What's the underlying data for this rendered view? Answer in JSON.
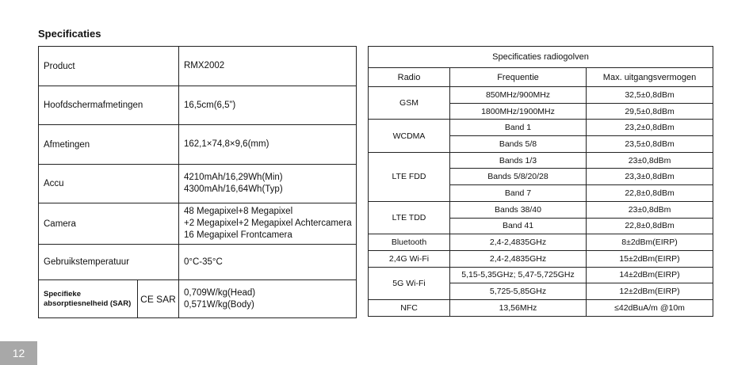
{
  "title": "Specificaties",
  "spec_rows": [
    {
      "label": "Product",
      "lines": [
        "RMX2002"
      ]
    },
    {
      "label": "Hoofdschermafmetingen",
      "lines": [
        "16,5cm(6,5”)"
      ]
    },
    {
      "label": "Afmetingen",
      "lines": [
        "162,1×74,8×9,6(mm)"
      ]
    },
    {
      "label": "Accu",
      "lines": [
        "4210mAh/16,29Wh(Min)",
        "4300mAh/16,64Wh(Typ)"
      ]
    },
    {
      "label": "Camera",
      "lines": [
        "48 Megapixel+8 Megapixel",
        "+2 Megapixel+2 Megapixel Achtercamera",
        "16 Megapixel Frontcamera"
      ]
    },
    {
      "label": "Gebruikstemperatuur",
      "lines": [
        "0°C-35°C"
      ]
    }
  ],
  "sar": {
    "label_line1": "Specifieke",
    "label_line2": "absorptiesnelheid (SAR)",
    "sub_label": "CE SAR",
    "lines": [
      "0,709W/kg(Head)",
      "0,571W/kg(Body)"
    ]
  },
  "radio": {
    "caption": "Specificaties radiogolven",
    "headers": [
      "Radio",
      "Frequentie",
      "Max. uitgangsvermogen"
    ],
    "groups": [
      {
        "name": "GSM",
        "rows": [
          [
            "850MHz/900MHz",
            "32,5±0,8dBm"
          ],
          [
            "1800MHz/1900MHz",
            "29,5±0,8dBm"
          ]
        ]
      },
      {
        "name": "WCDMA",
        "rows": [
          [
            "Band  1",
            "23,2±0,8dBm"
          ],
          [
            "Bands  5/8",
            "23,5±0,8dBm"
          ]
        ]
      },
      {
        "name": "LTE FDD",
        "rows": [
          [
            "Bands 1/3",
            "23±0,8dBm"
          ],
          [
            "Bands 5/8/20/28",
            "23,3±0,8dBm"
          ],
          [
            "Band  7",
            "22,8±0,8dBm"
          ]
        ]
      },
      {
        "name": "LTE TDD",
        "rows": [
          [
            "Bands 38/40",
            "23±0,8dBm"
          ],
          [
            "Band 41",
            "22,8±0,8dBm"
          ]
        ]
      },
      {
        "name": "Bluetooth",
        "rows": [
          [
            "2,4-2,4835GHz",
            "8±2dBm(EIRP)"
          ]
        ]
      },
      {
        "name": "2,4G Wi-Fi",
        "rows": [
          [
            "2,4-2,4835GHz",
            "15±2dBm(EIRP)"
          ]
        ]
      },
      {
        "name": "5G Wi-Fi",
        "rows": [
          [
            "5,15-5,35GHz; 5,47-5,725GHz",
            "14±2dBm(EIRP)"
          ],
          [
            "5,725-5,85GHz",
            "12±2dBm(EIRP)"
          ]
        ]
      },
      {
        "name": "NFC",
        "rows": [
          [
            "13,56MHz",
            "≤42dBuA/m @10m"
          ]
        ]
      }
    ]
  },
  "page_number": "12"
}
